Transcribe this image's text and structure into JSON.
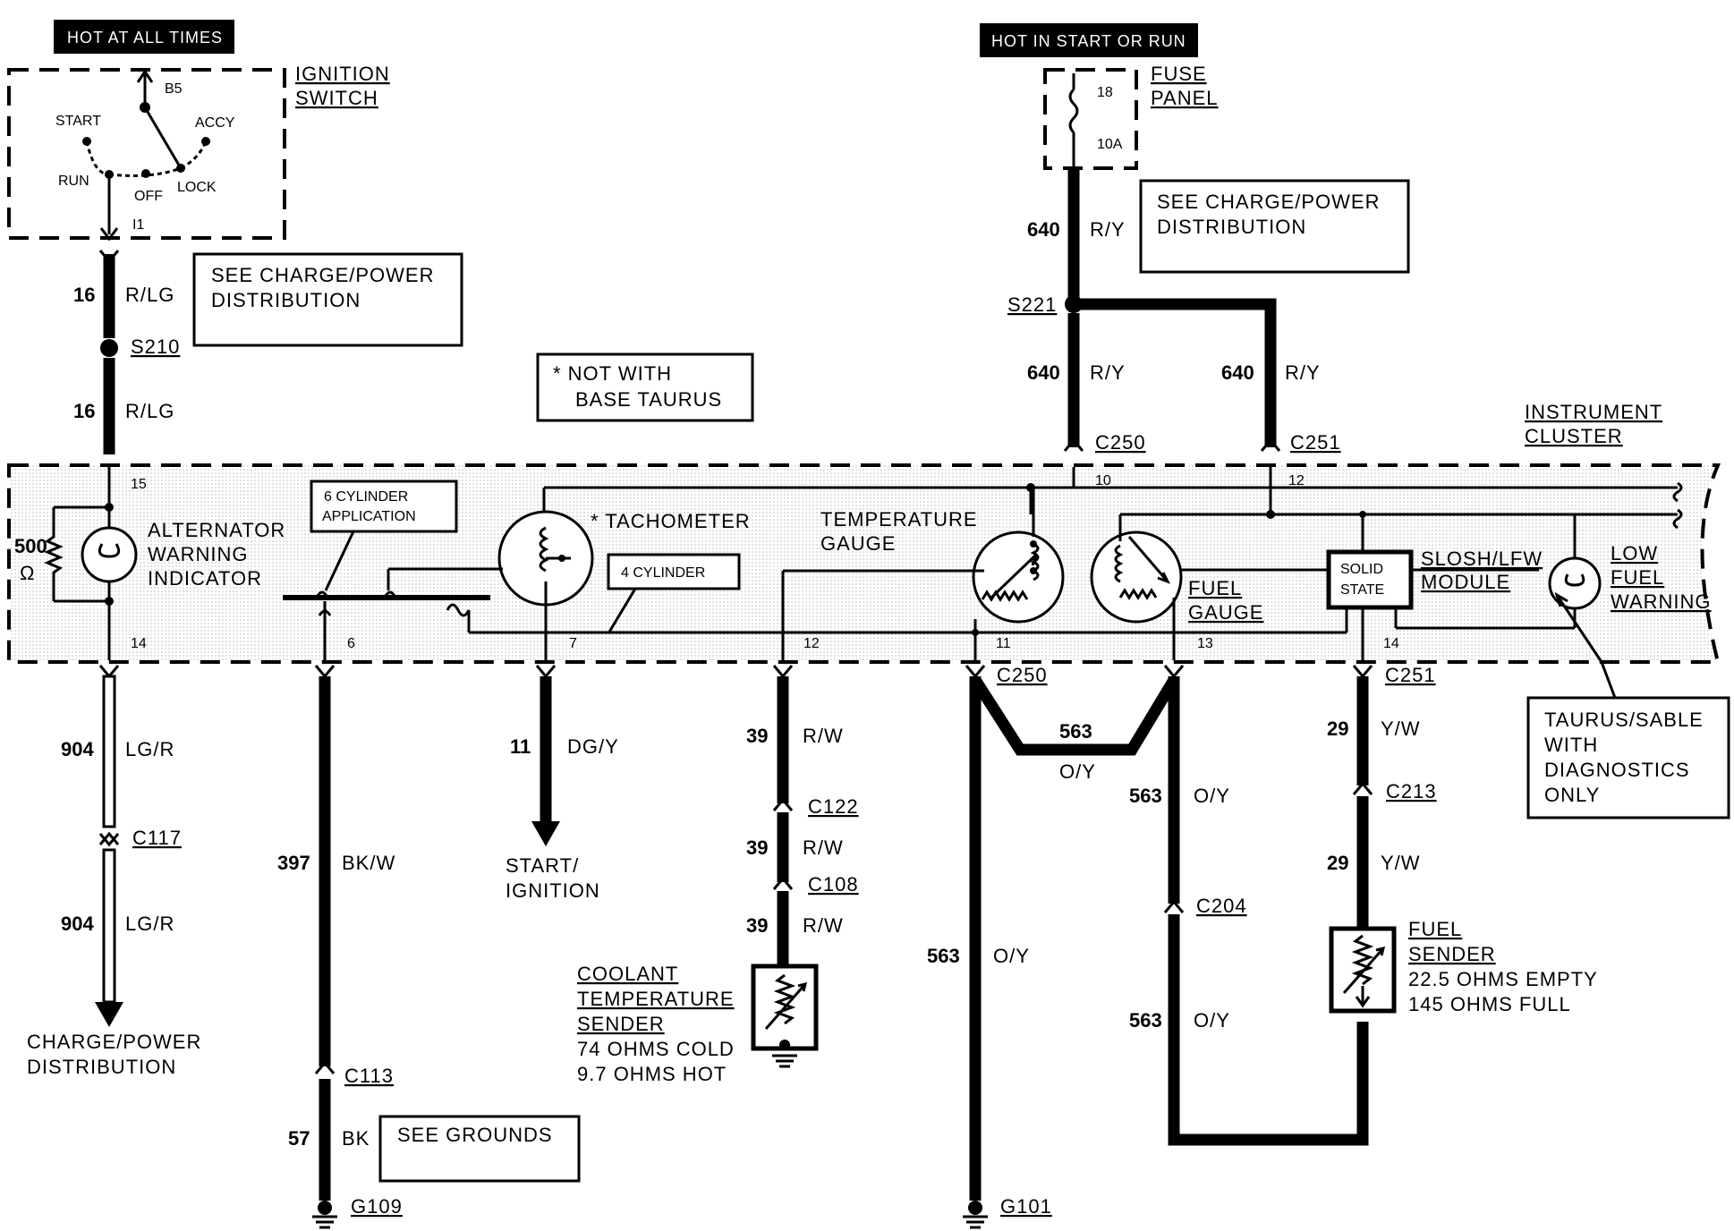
{
  "headers": {
    "hot_at_all_times": "HOT AT ALL TIMES",
    "hot_in_start_or_run": "HOT IN START OR RUN"
  },
  "ignition_switch": {
    "title_1": "IGNITION",
    "title_2": "SWITCH",
    "b5": "B5",
    "start": "START",
    "accy": "ACCY",
    "run": "RUN",
    "off": "OFF",
    "lock": "LOCK",
    "i1": "I1"
  },
  "fuse_panel": {
    "title_1": "FUSE",
    "title_2": "PANEL",
    "number": "18",
    "rating": "10A"
  },
  "notes": {
    "see_charge_power_1": "SEE CHARGE/POWER",
    "see_charge_power_2": "DISTRIBUTION",
    "not_with_base_1": "* NOT WITH",
    "not_with_base_2": "BASE TAURUS",
    "see_grounds": "SEE GROUNDS",
    "diag_1": "TAURUS/SABLE",
    "diag_2": "WITH",
    "diag_3": "DIAGNOSTICS",
    "diag_4": "ONLY"
  },
  "cluster": {
    "title_1": "INSTRUMENT",
    "title_2": "CLUSTER",
    "resistor": "500",
    "ohm": "Ω",
    "alt_1": "ALTERNATOR",
    "alt_2": "WARNING",
    "alt_3": "INDICATOR",
    "six_cyl_1": "6 CYLINDER",
    "six_cyl_2": "APPLICATION",
    "four_cyl": "4 CYLINDER",
    "tach": "* TACHOMETER",
    "temp_1": "TEMPERATURE",
    "temp_2": "GAUGE",
    "fuel_1": "FUEL",
    "fuel_2": "GAUGE",
    "solid_1": "SOLID",
    "solid_2": "STATE",
    "slosh_1": "SLOSH/LFW",
    "slosh_2": "MODULE",
    "low_1": "LOW",
    "low_2": "FUEL",
    "low_3": "WARNING",
    "pins": {
      "p15": "15",
      "p10": "10",
      "p12top": "12",
      "p14": "14",
      "p6": "6",
      "p7": "7",
      "p12": "12",
      "p11": "11",
      "p13": "13",
      "p14b": "14"
    }
  },
  "wires": {
    "w16a": "16",
    "w16a_c": "R/LG",
    "w16b": "16",
    "w16b_c": "R/LG",
    "s210": "S210",
    "w640a": "640",
    "w640a_c": "R/Y",
    "s221": "S221",
    "w640b": "640",
    "w640b_c": "R/Y",
    "w640c": "640",
    "w640c_c": "R/Y",
    "c250_top": "C250",
    "c251_top": "C251",
    "w904a": "904",
    "w904a_c": "LG/R",
    "c117": "C117",
    "w904b": "904",
    "w904b_c": "LG/R",
    "w397": "397",
    "w397_c": "BK/W",
    "c113": "C113",
    "w57": "57",
    "w57_c": "BK",
    "g109": "G109",
    "w11": "11",
    "w11_c": "DG/Y",
    "w39a": "39",
    "w39a_c": "R/W",
    "c122": "C122",
    "w39b": "39",
    "w39b_c": "R/W",
    "c108": "C108",
    "w39c": "39",
    "w39c_c": "R/W",
    "c250_bot": "C250",
    "w563a": "563",
    "w563a_c": "O/Y",
    "w563b": "563",
    "w563b_c": "O/Y",
    "w563c": "563",
    "w563c_c": "O/Y",
    "c204": "C204",
    "w563d": "563",
    "w563d_c": "O/Y",
    "g101": "G101",
    "c251_bot": "C251",
    "w29a": "29",
    "w29a_c": "Y/W",
    "c213": "C213",
    "w29b": "29",
    "w29b_c": "Y/W"
  },
  "destinations": {
    "charge_1": "CHARGE/POWER",
    "charge_2": "DISTRIBUTION",
    "start_1": "START/",
    "start_2": "IGNITION"
  },
  "senders": {
    "coolant_1": "COOLANT",
    "coolant_2": "TEMPERATURE",
    "coolant_3": "SENDER",
    "coolant_4": "74 OHMS COLD",
    "coolant_5": "9.7 OHMS HOT",
    "fuel_1": "FUEL",
    "fuel_2": "SENDER",
    "fuel_3": "22.5 OHMS EMPTY",
    "fuel_4": "145 OHMS FULL"
  }
}
